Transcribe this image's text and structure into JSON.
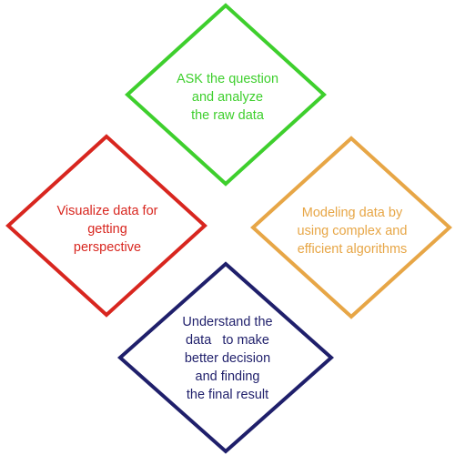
{
  "colors": {
    "ask": "#3ecf2d",
    "visualize": "#d8261f",
    "modeling": "#e7a646",
    "understand": "#1f1f6b"
  },
  "steps": {
    "ask": {
      "lines": [
        "ASK the question",
        "and analyze",
        "the raw data"
      ]
    },
    "visualize": {
      "lines": [
        "Visualize data for",
        "getting",
        "perspective"
      ]
    },
    "modeling": {
      "lines": [
        "Modeling data by",
        "using complex and",
        "efficient algorithms"
      ]
    },
    "understand": {
      "lines": [
        "Understand the",
        "data   to make",
        "better decision",
        "and finding",
        "the final result"
      ]
    }
  }
}
